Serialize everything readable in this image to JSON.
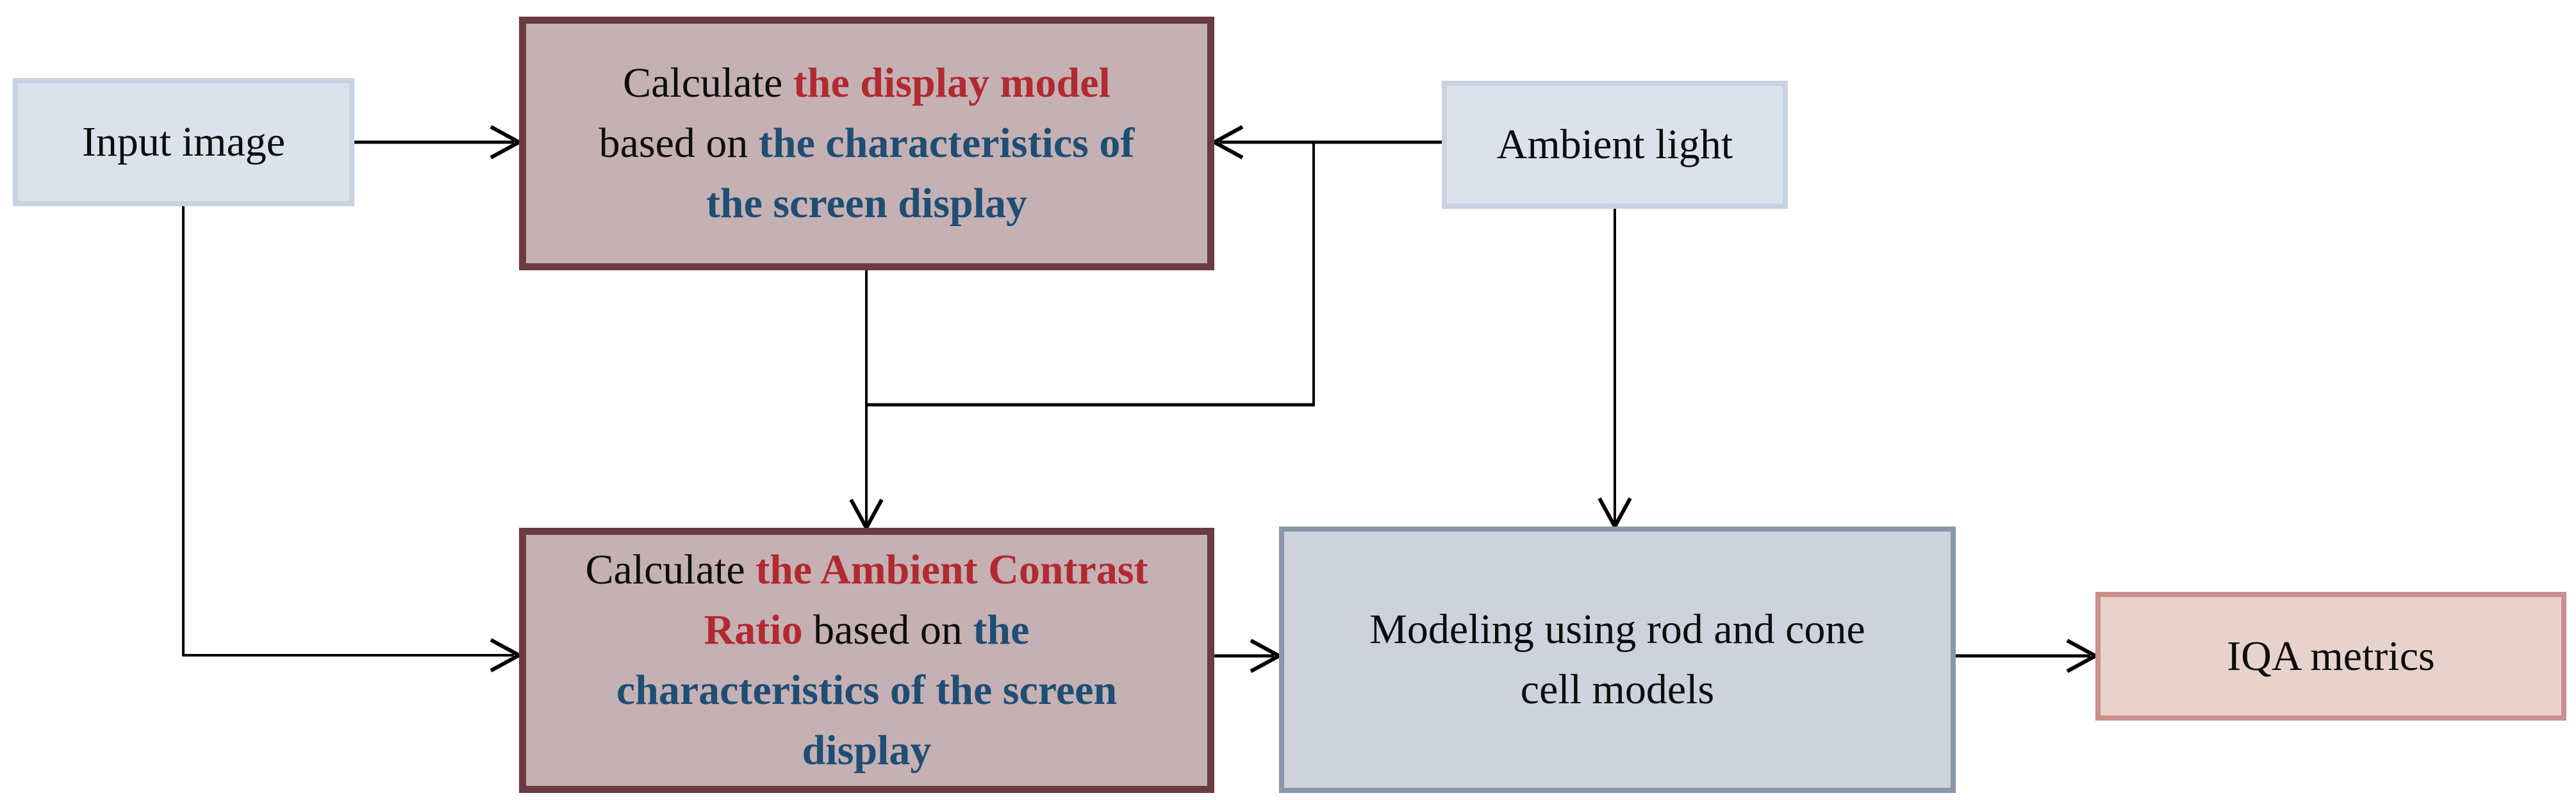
{
  "colors": {
    "black_text": "#0D0D0D",
    "red_text": "#B22A31",
    "blue_text": "#1F4E74",
    "mauve_fill": "#C5B0B3",
    "maroon_border": "#6A3B40",
    "bluegray_fill": "#DBE2EC",
    "bluegray_border": "#C8D2E0",
    "slate_fill": "#CDD2DC",
    "slate_border": "#8B96AB",
    "pink_fill": "#E8D2CC",
    "pink_border": "#C9908A",
    "arrow": "#000000",
    "canvas_bg": "#FFFFFF"
  },
  "nodes": {
    "input_image": {
      "label": "Input image"
    },
    "ambient_light": {
      "label": "Ambient light"
    },
    "iqa_metrics": {
      "label": "IQA metrics"
    },
    "display_model": {
      "lines": [
        [
          {
            "t": "Calculate ",
            "c": "black_text"
          },
          {
            "t": "the display model",
            "c": "red_text",
            "b": true
          }
        ],
        [
          {
            "t": "based on ",
            "c": "black_text"
          },
          {
            "t": "the characteristics of",
            "c": "blue_text",
            "b": true
          }
        ],
        [
          {
            "t": "the screen display",
            "c": "blue_text",
            "b": true
          }
        ]
      ]
    },
    "ambient_contrast_ratio": {
      "lines": [
        [
          {
            "t": "Calculate ",
            "c": "black_text"
          },
          {
            "t": "the Ambient Contrast",
            "c": "red_text",
            "b": true
          }
        ],
        [
          {
            "t": "Ratio",
            "c": "red_text",
            "b": true
          },
          {
            "t": " based on ",
            "c": "black_text"
          },
          {
            "t": "the",
            "c": "blue_text",
            "b": true
          }
        ],
        [
          {
            "t": "characteristics of the screen",
            "c": "blue_text",
            "b": true
          }
        ],
        [
          {
            "t": "display",
            "c": "blue_text",
            "b": true
          }
        ]
      ]
    },
    "rod_cone_model": {
      "lines": [
        [
          {
            "t": "Modeling using rod and cone",
            "c": "black_text"
          }
        ],
        [
          {
            "t": "cell models",
            "c": "black_text"
          }
        ]
      ]
    }
  }
}
